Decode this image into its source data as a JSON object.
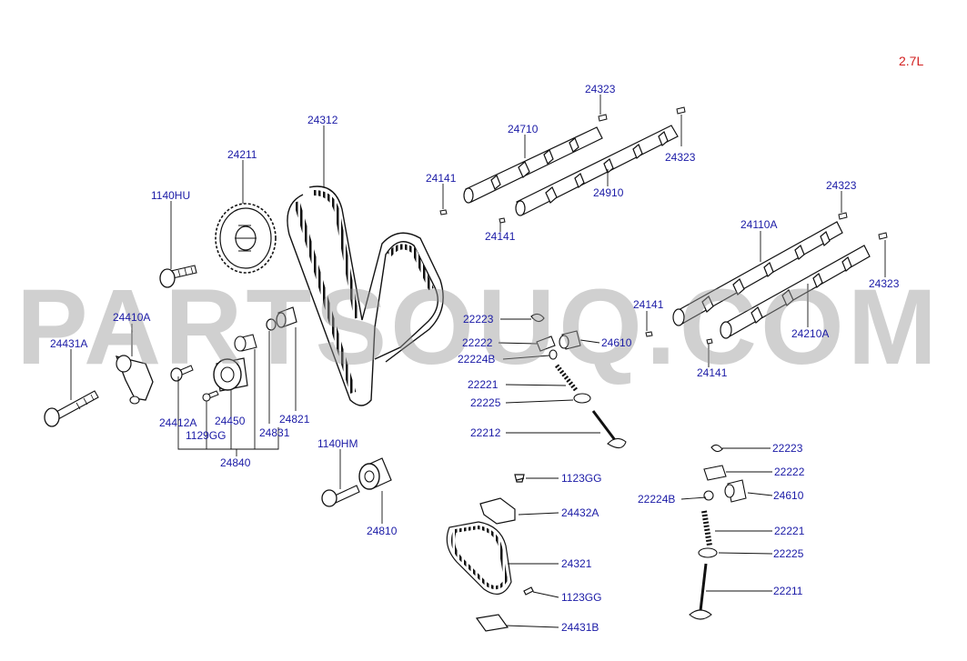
{
  "engine_label": "2.7L",
  "watermark": "PARTSOUQ.COM",
  "callouts": [
    {
      "id": "24323-a",
      "text": "24323"
    },
    {
      "id": "24710",
      "text": "24710"
    },
    {
      "id": "24323-b",
      "text": "24323"
    },
    {
      "id": "24312",
      "text": "24312"
    },
    {
      "id": "24141-a",
      "text": "24141"
    },
    {
      "id": "24910",
      "text": "24910"
    },
    {
      "id": "24141-b",
      "text": "24141"
    },
    {
      "id": "24211",
      "text": "24211"
    },
    {
      "id": "1140hu",
      "text": "1140HU"
    },
    {
      "id": "24323-c",
      "text": "24323"
    },
    {
      "id": "24110a",
      "text": "24110A"
    },
    {
      "id": "24323-d",
      "text": "24323"
    },
    {
      "id": "24410a",
      "text": "24410A"
    },
    {
      "id": "24431a",
      "text": "24431A"
    },
    {
      "id": "24141-c",
      "text": "24141"
    },
    {
      "id": "22223-a",
      "text": "22223"
    },
    {
      "id": "22222-a",
      "text": "22222"
    },
    {
      "id": "24610-a",
      "text": "24610"
    },
    {
      "id": "22224b-a",
      "text": "22224B"
    },
    {
      "id": "24210a",
      "text": "24210A"
    },
    {
      "id": "24141-d",
      "text": "24141"
    },
    {
      "id": "22221-a",
      "text": "22221"
    },
    {
      "id": "22225-a",
      "text": "22225"
    },
    {
      "id": "24412a",
      "text": "24412A"
    },
    {
      "id": "24450",
      "text": "24450"
    },
    {
      "id": "24821",
      "text": "24821"
    },
    {
      "id": "1129gg",
      "text": "1129GG"
    },
    {
      "id": "24831",
      "text": "24831"
    },
    {
      "id": "22212",
      "text": "22212"
    },
    {
      "id": "1140hm",
      "text": "1140HM"
    },
    {
      "id": "24840",
      "text": "24840"
    },
    {
      "id": "22223-b",
      "text": "22223"
    },
    {
      "id": "22222-b",
      "text": "22222"
    },
    {
      "id": "1123gg-a",
      "text": "1123GG"
    },
    {
      "id": "22224b-b",
      "text": "22224B"
    },
    {
      "id": "24610-b",
      "text": "24610"
    },
    {
      "id": "24432a",
      "text": "24432A"
    },
    {
      "id": "24810",
      "text": "24810"
    },
    {
      "id": "22221-b",
      "text": "22221"
    },
    {
      "id": "22225-b",
      "text": "22225"
    },
    {
      "id": "24321",
      "text": "24321"
    },
    {
      "id": "22211",
      "text": "22211"
    },
    {
      "id": "1123gg-b",
      "text": "1123GG"
    },
    {
      "id": "24431b",
      "text": "24431B"
    }
  ]
}
